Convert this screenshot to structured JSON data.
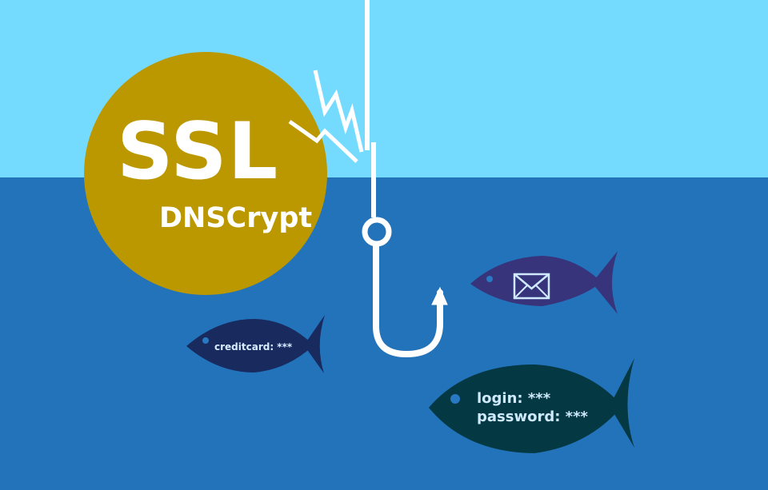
{
  "colors": {
    "sky": "#74dbff",
    "water": "#2373bb",
    "badge": "#bb9700",
    "hook": "#ffffff",
    "fish_email": "#37347b",
    "fish_creditcard": "#182a5e",
    "fish_login": "#043842",
    "fish_eye": "#2879c2",
    "fish_label": "#cfe9ff"
  },
  "icons": {
    "hook": "fishing-hook-icon",
    "spark": "lightning-bolt-icon",
    "email": "envelope-icon"
  },
  "badge": {
    "primary_text": "SSL",
    "secondary_text": "DNSCrypt"
  },
  "fish": {
    "email": {
      "icon": "envelope-icon"
    },
    "creditcard": {
      "label": "creditcard: ***"
    },
    "login": {
      "line1": "login: ***",
      "line2": "password: ***"
    }
  }
}
